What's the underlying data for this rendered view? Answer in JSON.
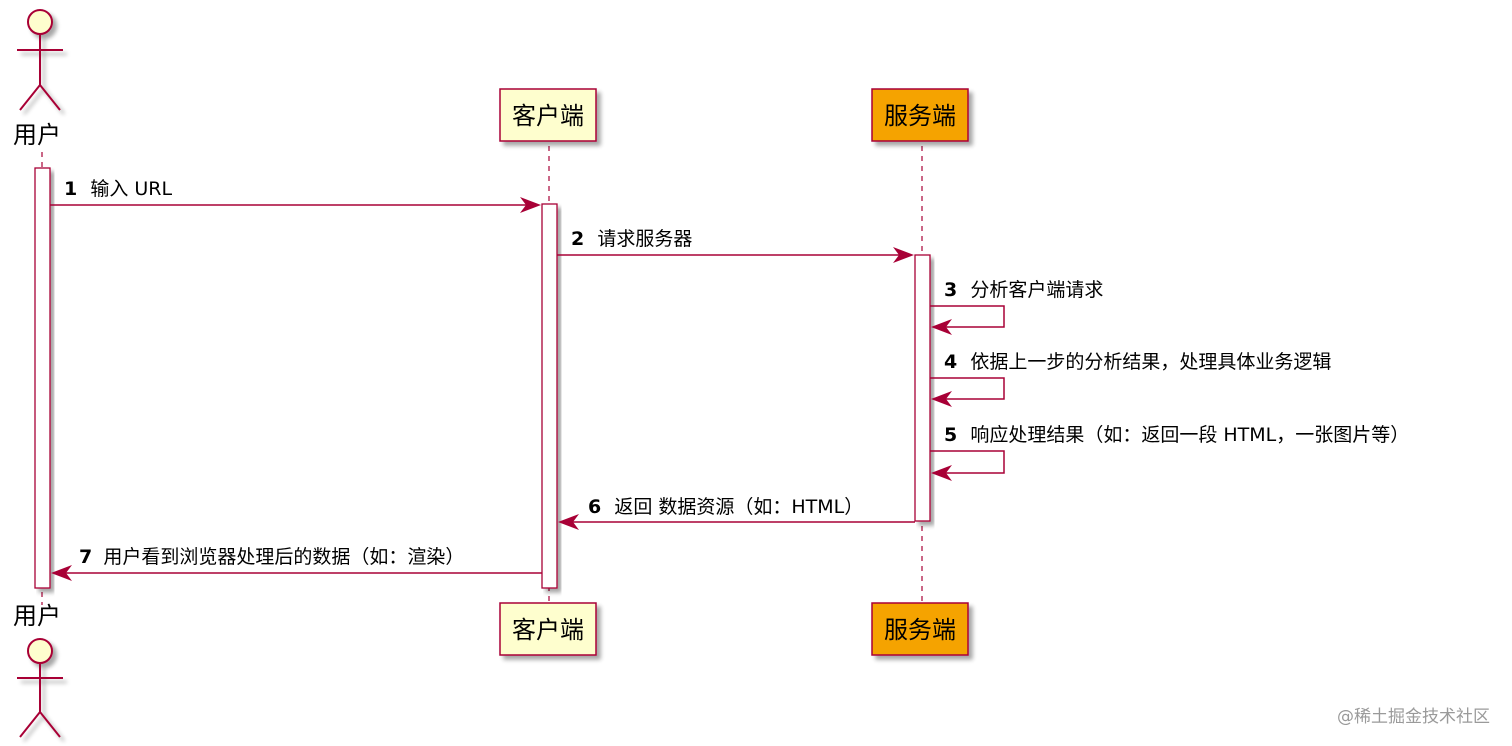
{
  "participants": {
    "user": {
      "label": "用户",
      "type": "actor"
    },
    "client": {
      "label": "客户端",
      "type": "participant",
      "color": "#fefece"
    },
    "server": {
      "label": "服务端",
      "type": "participant",
      "color": "#f5a300"
    }
  },
  "messages": [
    {
      "num": "1",
      "text": "输入 URL"
    },
    {
      "num": "2",
      "text": "请求服务器"
    },
    {
      "num": "3",
      "text": "分析客户端请求"
    },
    {
      "num": "4",
      "text": "依据上一步的分析结果，处理具体业务逻辑"
    },
    {
      "num": "5",
      "text": "响应处理结果（如：返回一段 HTML，一张图片等）"
    },
    {
      "num": "6",
      "text": "返回 数据资源（如：HTML）"
    },
    {
      "num": "7",
      "text": "用户看到浏览器处理后的数据（如：渲染）"
    }
  ],
  "watermark": "@稀土掘金技术社区",
  "colors": {
    "line": "#a80036",
    "client_fill": "#fefece",
    "server_fill": "#f5a300"
  }
}
